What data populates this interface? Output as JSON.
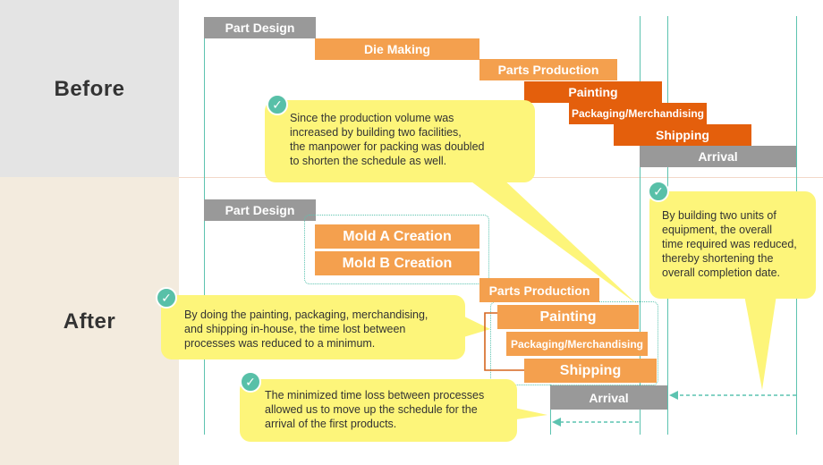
{
  "rows": {
    "before": "Before",
    "after": "After"
  },
  "before_bars": {
    "part_design": "Part Design",
    "die_making": "Die Making",
    "parts_production": "Parts Production",
    "painting": "Painting",
    "packaging": "Packaging/Merchandising",
    "shipping": "Shipping",
    "arrival": "Arrival"
  },
  "after_bars": {
    "part_design": "Part Design",
    "mold_a": "Mold A Creation",
    "mold_b": "Mold B Creation",
    "parts_production": "Parts Production",
    "painting": "Painting",
    "packaging": "Packaging/Merchandising",
    "shipping": "Shipping",
    "arrival": "Arrival"
  },
  "callouts": {
    "packing": {
      "line1": "Since the production volume was",
      "line2": "increased by building two facilities,",
      "line3": "the manpower for packing was doubled",
      "line4": "to shorten the schedule as well."
    },
    "equipment": {
      "line1": "By building two units of",
      "line2": "equipment, the overall",
      "line3": "time required was reduced,",
      "line4": "thereby shortening the",
      "line5": "overall completion date."
    },
    "inhouse": {
      "line1": "By doing the painting, packaging, merchandising,",
      "line2": "and shipping in-house, the time lost between",
      "line3": "processes was reduced to a minimum."
    },
    "arrival": {
      "line1": "The minimized time loss between processes",
      "line2": "allowed us to move up the schedule for the",
      "line3": "arrival of the first products."
    }
  },
  "icons": {
    "check": "✓",
    "check_icon_name": "check-circle-icon",
    "arrow_icon_name": "arrow-left-icon"
  },
  "colors": {
    "gray_bar": "#999999",
    "orange_bar": "#f4a04e",
    "dark_orange_bar": "#e45f0c",
    "callout": "#fdf57a",
    "accent_teal": "#58c0a8",
    "before_band": "#e4e4e4",
    "after_band": "#f3ebde"
  }
}
